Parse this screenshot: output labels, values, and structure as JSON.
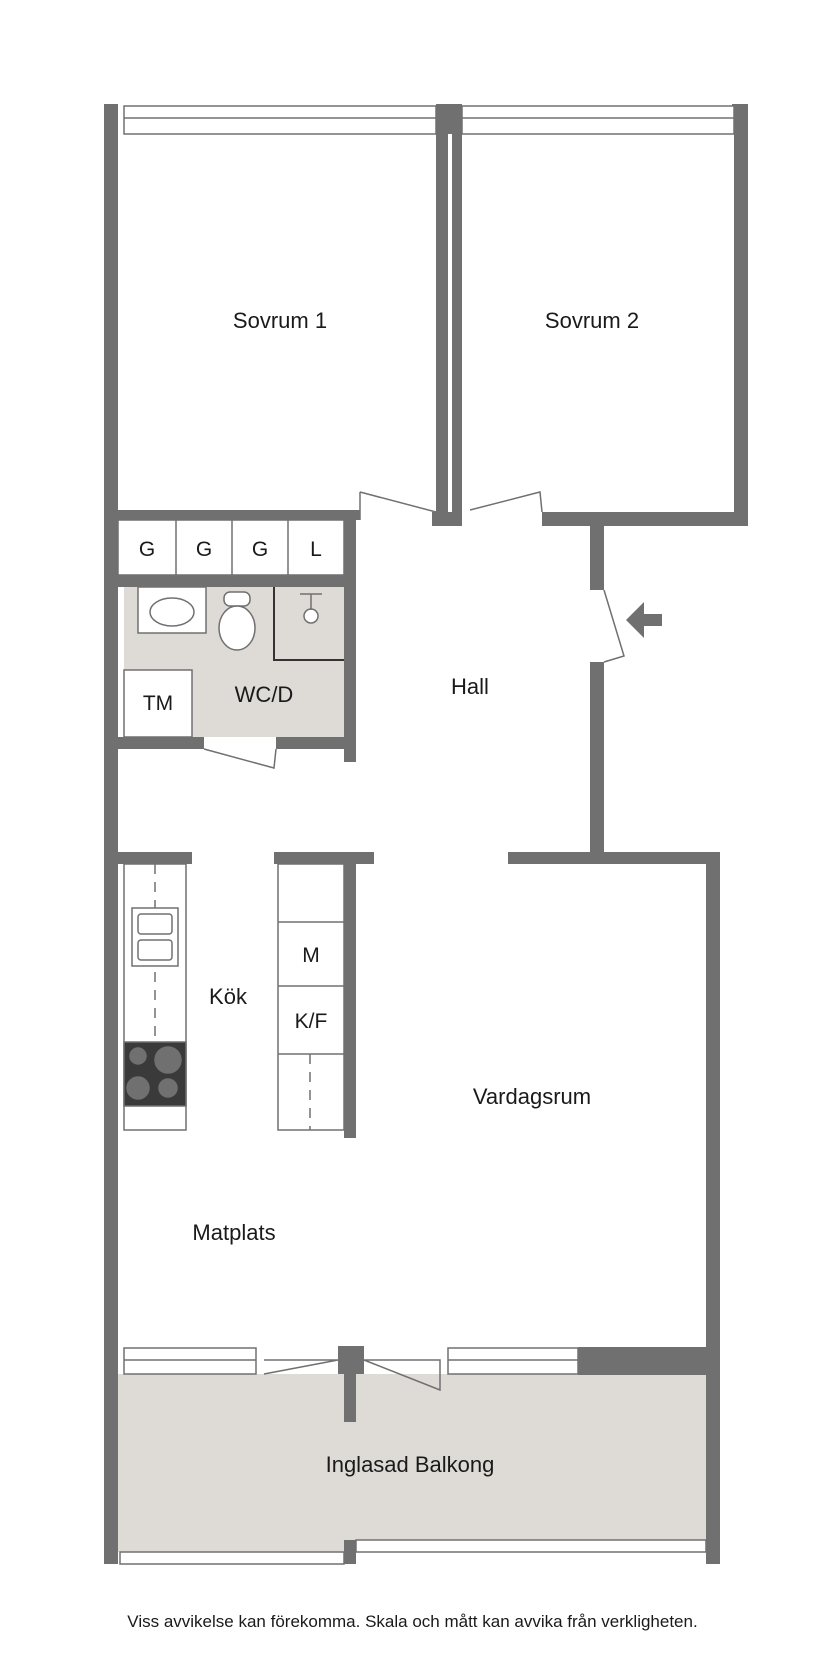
{
  "plan": {
    "rooms": {
      "sovrum1": "Sovrum 1",
      "sovrum2": "Sovrum 2",
      "hall": "Hall",
      "wc": "WC/D",
      "kok": "Kök",
      "vardagsrum": "Vardagsrum",
      "matplats": "Matplats",
      "balkong": "Inglasad Balkong"
    },
    "fixtures": {
      "g1": "G",
      "g2": "G",
      "g3": "G",
      "l": "L",
      "tm": "TM",
      "m": "M",
      "kf": "K/F"
    },
    "colors": {
      "wall": "#707070",
      "wet_room_floor": "#dedbd6",
      "balcony_floor": "#dedbd6",
      "stove": "#3a3a3a"
    }
  },
  "disclaimer": "Viss avvikelse kan förekomma. Skala och mått kan avvika från verkligheten."
}
